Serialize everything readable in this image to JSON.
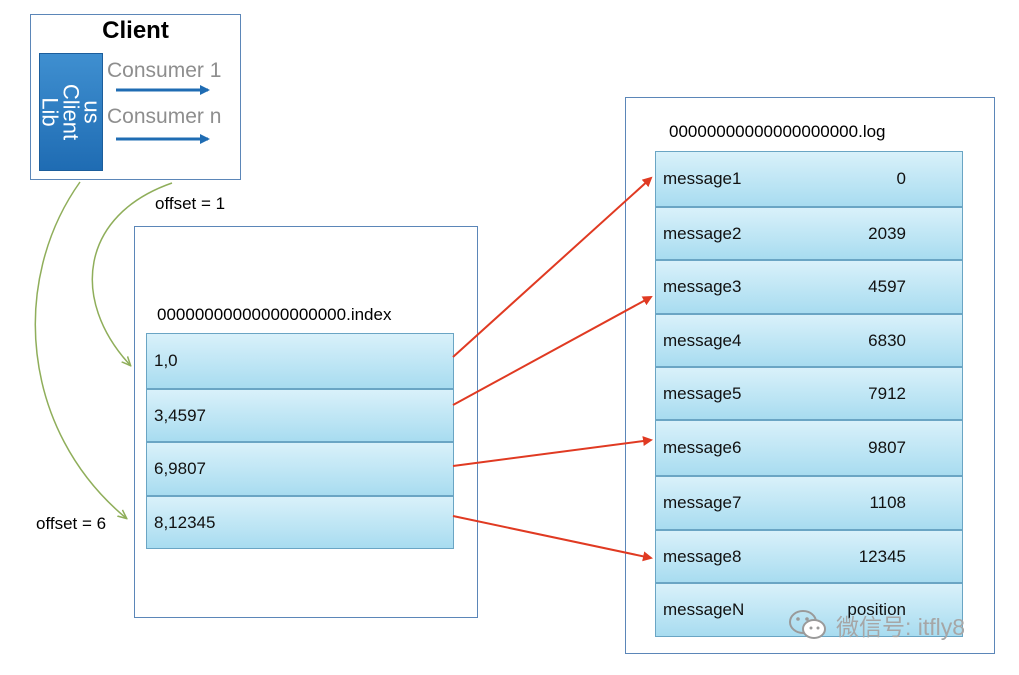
{
  "client": {
    "title": "Client",
    "lib_label": "us\nClient\nLib",
    "consumers": [
      "Consumer 1",
      "Consumer n"
    ]
  },
  "index_file": {
    "filename": "00000000000000000000.index",
    "entries": [
      "1,0",
      "3,4597",
      "6,9807",
      "8,12345"
    ]
  },
  "log_file": {
    "filename": "00000000000000000000.log",
    "messages": [
      {
        "name": "message1",
        "position": "0"
      },
      {
        "name": "message2",
        "position": "2039"
      },
      {
        "name": "message3",
        "position": "4597"
      },
      {
        "name": "message4",
        "position": "6830"
      },
      {
        "name": "message5",
        "position": "7912"
      },
      {
        "name": "message6",
        "position": "9807"
      },
      {
        "name": "message7",
        "position": "1108"
      },
      {
        "name": "message8",
        "position": "12345"
      },
      {
        "name": "messageN",
        "position": "position"
      }
    ]
  },
  "offset_labels": {
    "top": "offset = 1",
    "bottom": "offset = 6"
  },
  "watermark": {
    "icon": "wechat-icon",
    "text": "微信号: itfly8"
  },
  "colors": {
    "box_border": "#5b86b8",
    "lib_fill": "#2a79c0",
    "row_fill": "#bfe6f5",
    "arrow_red": "#e03a22",
    "arrow_blue": "#1f6cb3",
    "curve_green": "#8fae5a"
  }
}
